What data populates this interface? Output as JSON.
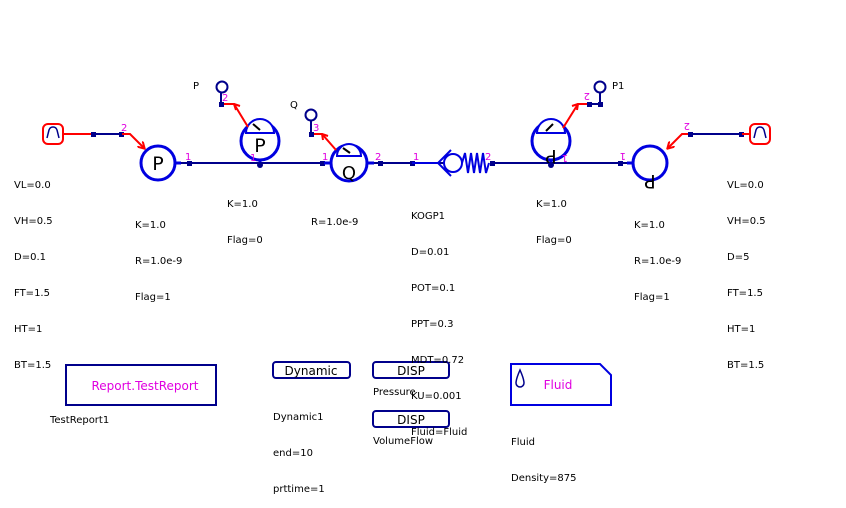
{
  "components": {
    "source_left": {
      "params": [
        "VL=0.0",
        "VH=0.5",
        "D=0.1",
        "FT=1.5",
        "HT=1",
        "BT=1.5"
      ],
      "port": "2"
    },
    "pump_left": {
      "symbol": "P",
      "params": [
        "K=1.0",
        "R=1.0e-9",
        "Flag=1"
      ],
      "port_in": "2",
      "port_out": "1"
    },
    "pressure_sensor_left": {
      "symbol": "P",
      "params": [
        "K=1.0",
        "Flag=0"
      ],
      "port_line": "1",
      "port_signal": "2",
      "signal_label": "P"
    },
    "flow_sensor": {
      "symbol": "Q",
      "params": [
        "R=1.0e-9"
      ],
      "port_in": "1",
      "port_out": "2",
      "port_signal": "3",
      "signal_label": "Q"
    },
    "check_valve": {
      "params": [
        "KOGP1",
        "D=0.01",
        "POT=0.1",
        "PPT=0.3",
        "MDT=0.72",
        "KU=0.001",
        "Fluid=Fluid"
      ],
      "port_in": "1",
      "port_out": "2"
    },
    "pressure_sensor_right": {
      "symbol": "P",
      "params": [
        "K=1.0",
        "Flag=0"
      ],
      "port_line": "1",
      "port_signal": "2",
      "signal_label": "P1"
    },
    "pump_right": {
      "symbol": "P",
      "params": [
        "K=1.0",
        "R=1.0e-9",
        "Flag=1"
      ],
      "port_in": "2",
      "port_out": "1"
    },
    "source_right": {
      "params": [
        "VL=0.0",
        "VH=0.5",
        "D=5",
        "FT=1.5",
        "HT=1",
        "BT=1.5"
      ],
      "port": "2"
    }
  },
  "blocks": {
    "report": {
      "title": "Report.TestReport",
      "caption": "TestReport1"
    },
    "dynamic": {
      "title": "Dynamic",
      "params": [
        "Dynamic1",
        "end=10",
        "prttime=1"
      ]
    },
    "disp_pressure": {
      "title": "DISP",
      "caption": "Pressure"
    },
    "disp_flow": {
      "title": "DISP",
      "caption": "VolumeFlow"
    },
    "fluid": {
      "title": "Fluid",
      "params": [
        "Fluid",
        "Density=875"
      ]
    }
  },
  "colors": {
    "line": "#00008b",
    "component": "#0000e0",
    "signal": "#ff0000",
    "port_label": "#e000e0",
    "report_text": "#e000e0"
  }
}
